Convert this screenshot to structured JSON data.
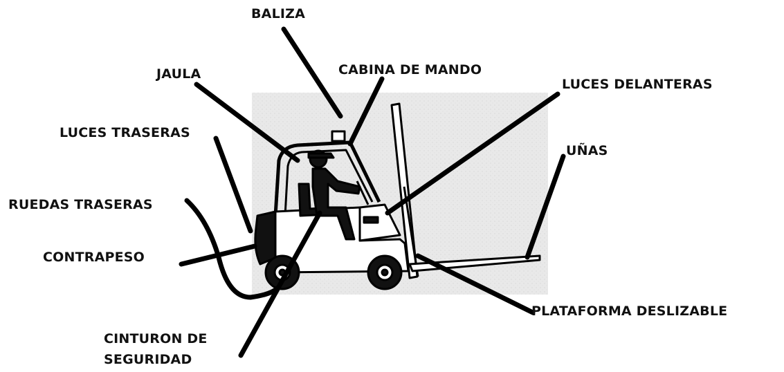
{
  "labels": {
    "baliza": "BALIZA",
    "cabina_de_mando": "CABINA DE MANDO",
    "jaula": "JAULA",
    "luces_delanteras": "LUCES DELANTERAS",
    "luces_traseras": "LUCES TRASERAS",
    "unas": "UÑAS",
    "ruedas_traseras": "RUEDAS TRASERAS",
    "contrapeso": "CONTRAPESO",
    "plataforma_deslizable": "PLATAFORMA DESLIZABLE",
    "cinturon_line1": "CINTURON DE",
    "cinturon_line2": "SEGURIDAD"
  }
}
